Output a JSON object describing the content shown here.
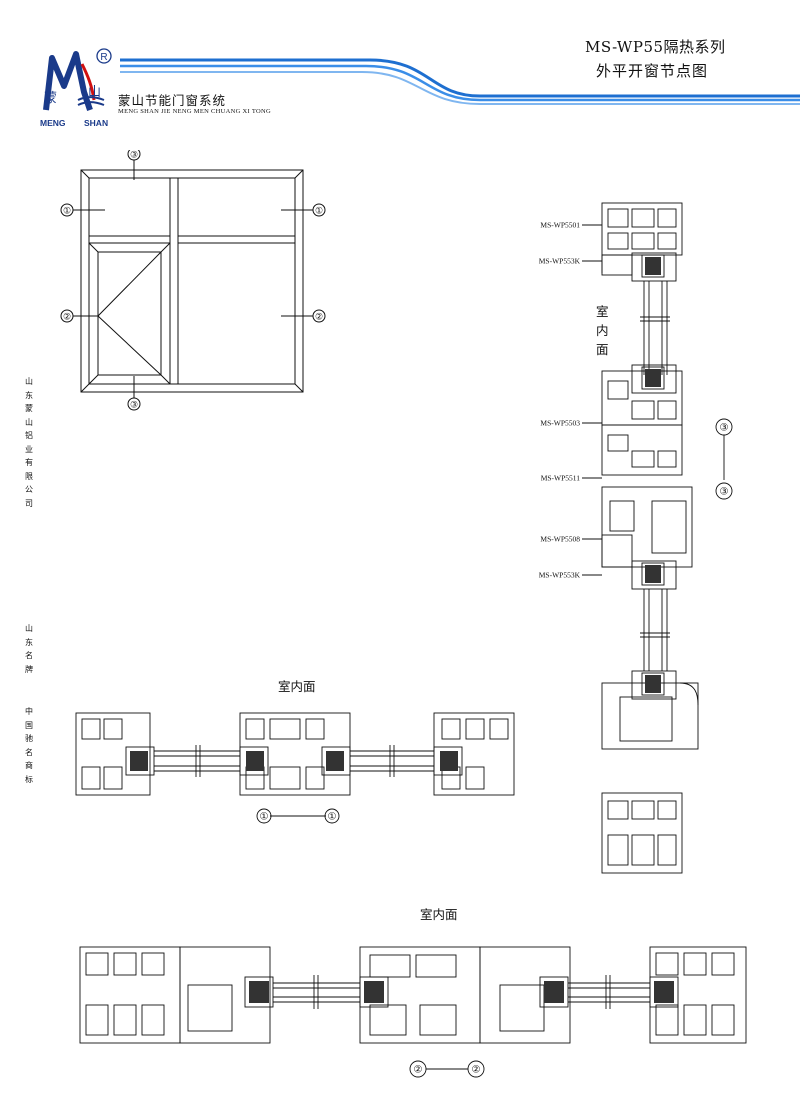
{
  "header": {
    "brand_cn_1": "蒙",
    "brand_cn_2": "山",
    "brand_en_1": "MENG",
    "brand_en_2": "SHAN",
    "registered_mark": "R",
    "company_cn": "蒙山节能门窗系统",
    "company_en": "MENG SHAN JIE NENG MEN CHUANG XI TONG",
    "title_line_1": "MS-WP55隔热系列",
    "title_line_2": "外平开窗节点图",
    "accent_color": "#1e6fd0"
  },
  "side_text": {
    "company": "山东蒙山铝业有限公司",
    "brand": "山东名牌",
    "famous": "中国驰名商标"
  },
  "labels": {
    "interior_top": "室内面",
    "interior_bottom": "室内面",
    "interior_vertical": "室内面"
  },
  "elevation": {
    "markers": [
      "③",
      "①",
      "①",
      "②",
      "②",
      "③"
    ]
  },
  "section_vertical": {
    "marker_top": "③",
    "marker_bottom": "③",
    "parts": [
      "MS-WP5501",
      "MS-WP553K",
      "MS-WP5503",
      "MS-WP5511",
      "MS-WP5508",
      "MS-WP553K"
    ]
  },
  "section_1": {
    "marker_left": "①",
    "marker_right": "①"
  },
  "section_2": {
    "marker_left": "②",
    "marker_right": "②"
  }
}
